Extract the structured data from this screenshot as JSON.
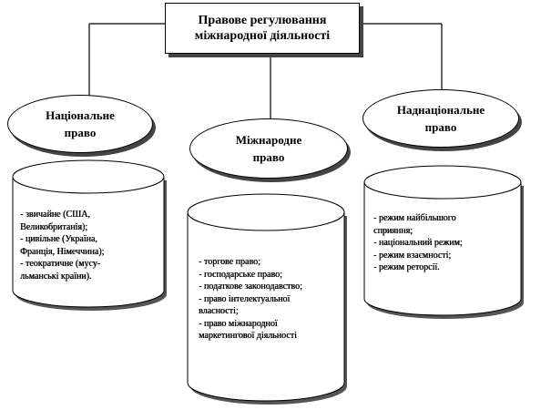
{
  "title": {
    "line1": "Правове регулювання",
    "line2": "міжнародної діяльності"
  },
  "branches": [
    {
      "title_line1": "Національне",
      "title_line2": "право",
      "items": [
        "- звичайне (США,",
        "Великобританія);",
        "- цивільне (Україна,",
        "Франція, Німеччина);",
        "- теократичне (мусу-",
        "льманські країни)."
      ]
    },
    {
      "title_line1": "Міжнародне",
      "title_line2": "право",
      "items": [
        "- торгове право;",
        "- господарське право;",
        "- податкове законодавство;",
        "- право інтелектуальної",
        "власності;",
        "- право міжнародної",
        "маркетингової діяльності"
      ]
    },
    {
      "title_line1": "Наднаціональне",
      "title_line2": "право",
      "items": [
        "- режим найбільшого",
        "сприяння;",
        "- національний режим;",
        "- режим взаємності;",
        "- режим реторсії."
      ]
    }
  ]
}
